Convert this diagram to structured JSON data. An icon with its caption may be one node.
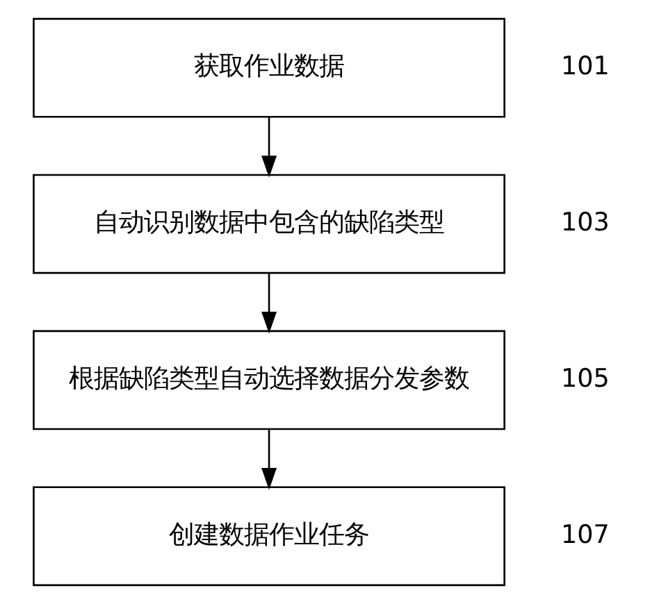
{
  "diagram": {
    "nodes": [
      {
        "text": [
          "获取作业数据"
        ],
        "beside": [
          "101"
        ]
      },
      {
        "text": [
          "自动识别数据中包含的缺陷类型"
        ],
        "beside": [
          "103"
        ]
      },
      {
        "text": [
          "根据缺陷类型自动选择数据分发参数"
        ],
        "beside": [
          "105"
        ]
      },
      {
        "text": [
          "创建数据作业任务"
        ],
        "beside": [
          "107"
        ]
      }
    ],
    "edges": [
      {
        "from": 0,
        "to": 1,
        "arrow": "to"
      },
      {
        "from": 1,
        "to": 2,
        "arrow": "to"
      },
      {
        "from": 2,
        "to": 3,
        "arrow": "to"
      }
    ]
  }
}
